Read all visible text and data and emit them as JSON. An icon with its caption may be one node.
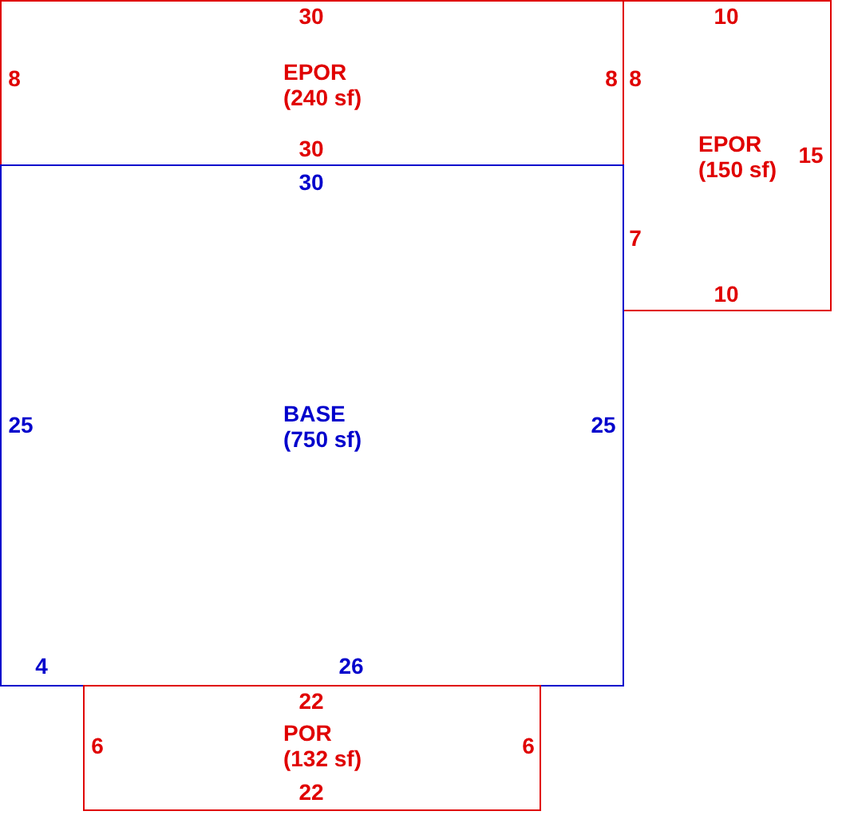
{
  "diagram": {
    "nodes": [
      {
        "text": [
          "EPOR",
          "(240 sf)",
          "30",
          "8",
          "8",
          "30"
        ]
      },
      {
        "text": [
          "EPOR",
          "(150 sf)",
          "10",
          "8",
          "15",
          "7",
          "10"
        ]
      },
      {
        "text": [
          "BASE",
          "(750 sf)",
          "30",
          "25",
          "25",
          "4",
          "26"
        ]
      },
      {
        "text": [
          "POR",
          "(132 sf)",
          "22",
          "6",
          "6",
          "22"
        ]
      }
    ]
  }
}
